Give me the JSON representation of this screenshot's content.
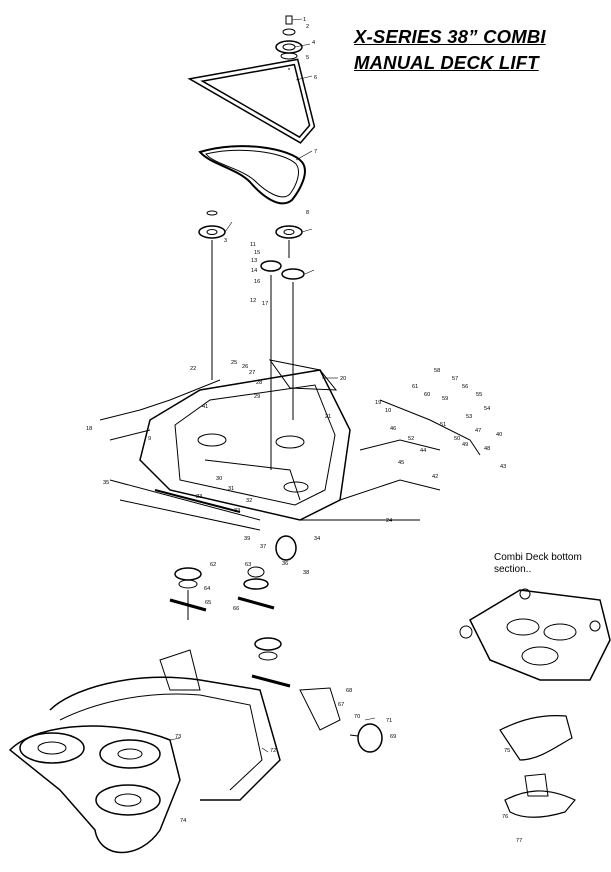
{
  "title": {
    "line1": "X-SERIES 38” COMBI",
    "line2": "MANUAL DECK LIFT"
  },
  "inset_caption": {
    "line1": "Combi Deck bottom",
    "line2": "section.."
  },
  "part_numbers": [
    "1",
    "2",
    "3",
    "4",
    "5",
    "6",
    "7",
    "8",
    "9",
    "10",
    "11",
    "12",
    "13",
    "14",
    "15",
    "16",
    "17",
    "18",
    "19",
    "20",
    "21",
    "22",
    "23",
    "24",
    "25",
    "26",
    "27",
    "28",
    "29",
    "30",
    "31",
    "32",
    "33",
    "34",
    "35",
    "36",
    "37",
    "38",
    "39",
    "40",
    "41",
    "42",
    "43",
    "44",
    "45",
    "46",
    "47",
    "48",
    "49",
    "50",
    "51",
    "52",
    "53",
    "54",
    "55",
    "56",
    "57",
    "58",
    "59",
    "60",
    "61",
    "62",
    "63",
    "64",
    "65",
    "66",
    "67",
    "68",
    "69",
    "70",
    "71",
    "72",
    "73",
    "74",
    "75",
    "76",
    "77"
  ],
  "colors": {
    "ink": "#000000",
    "background": "#ffffff",
    "shade": "#c8c8c8"
  }
}
